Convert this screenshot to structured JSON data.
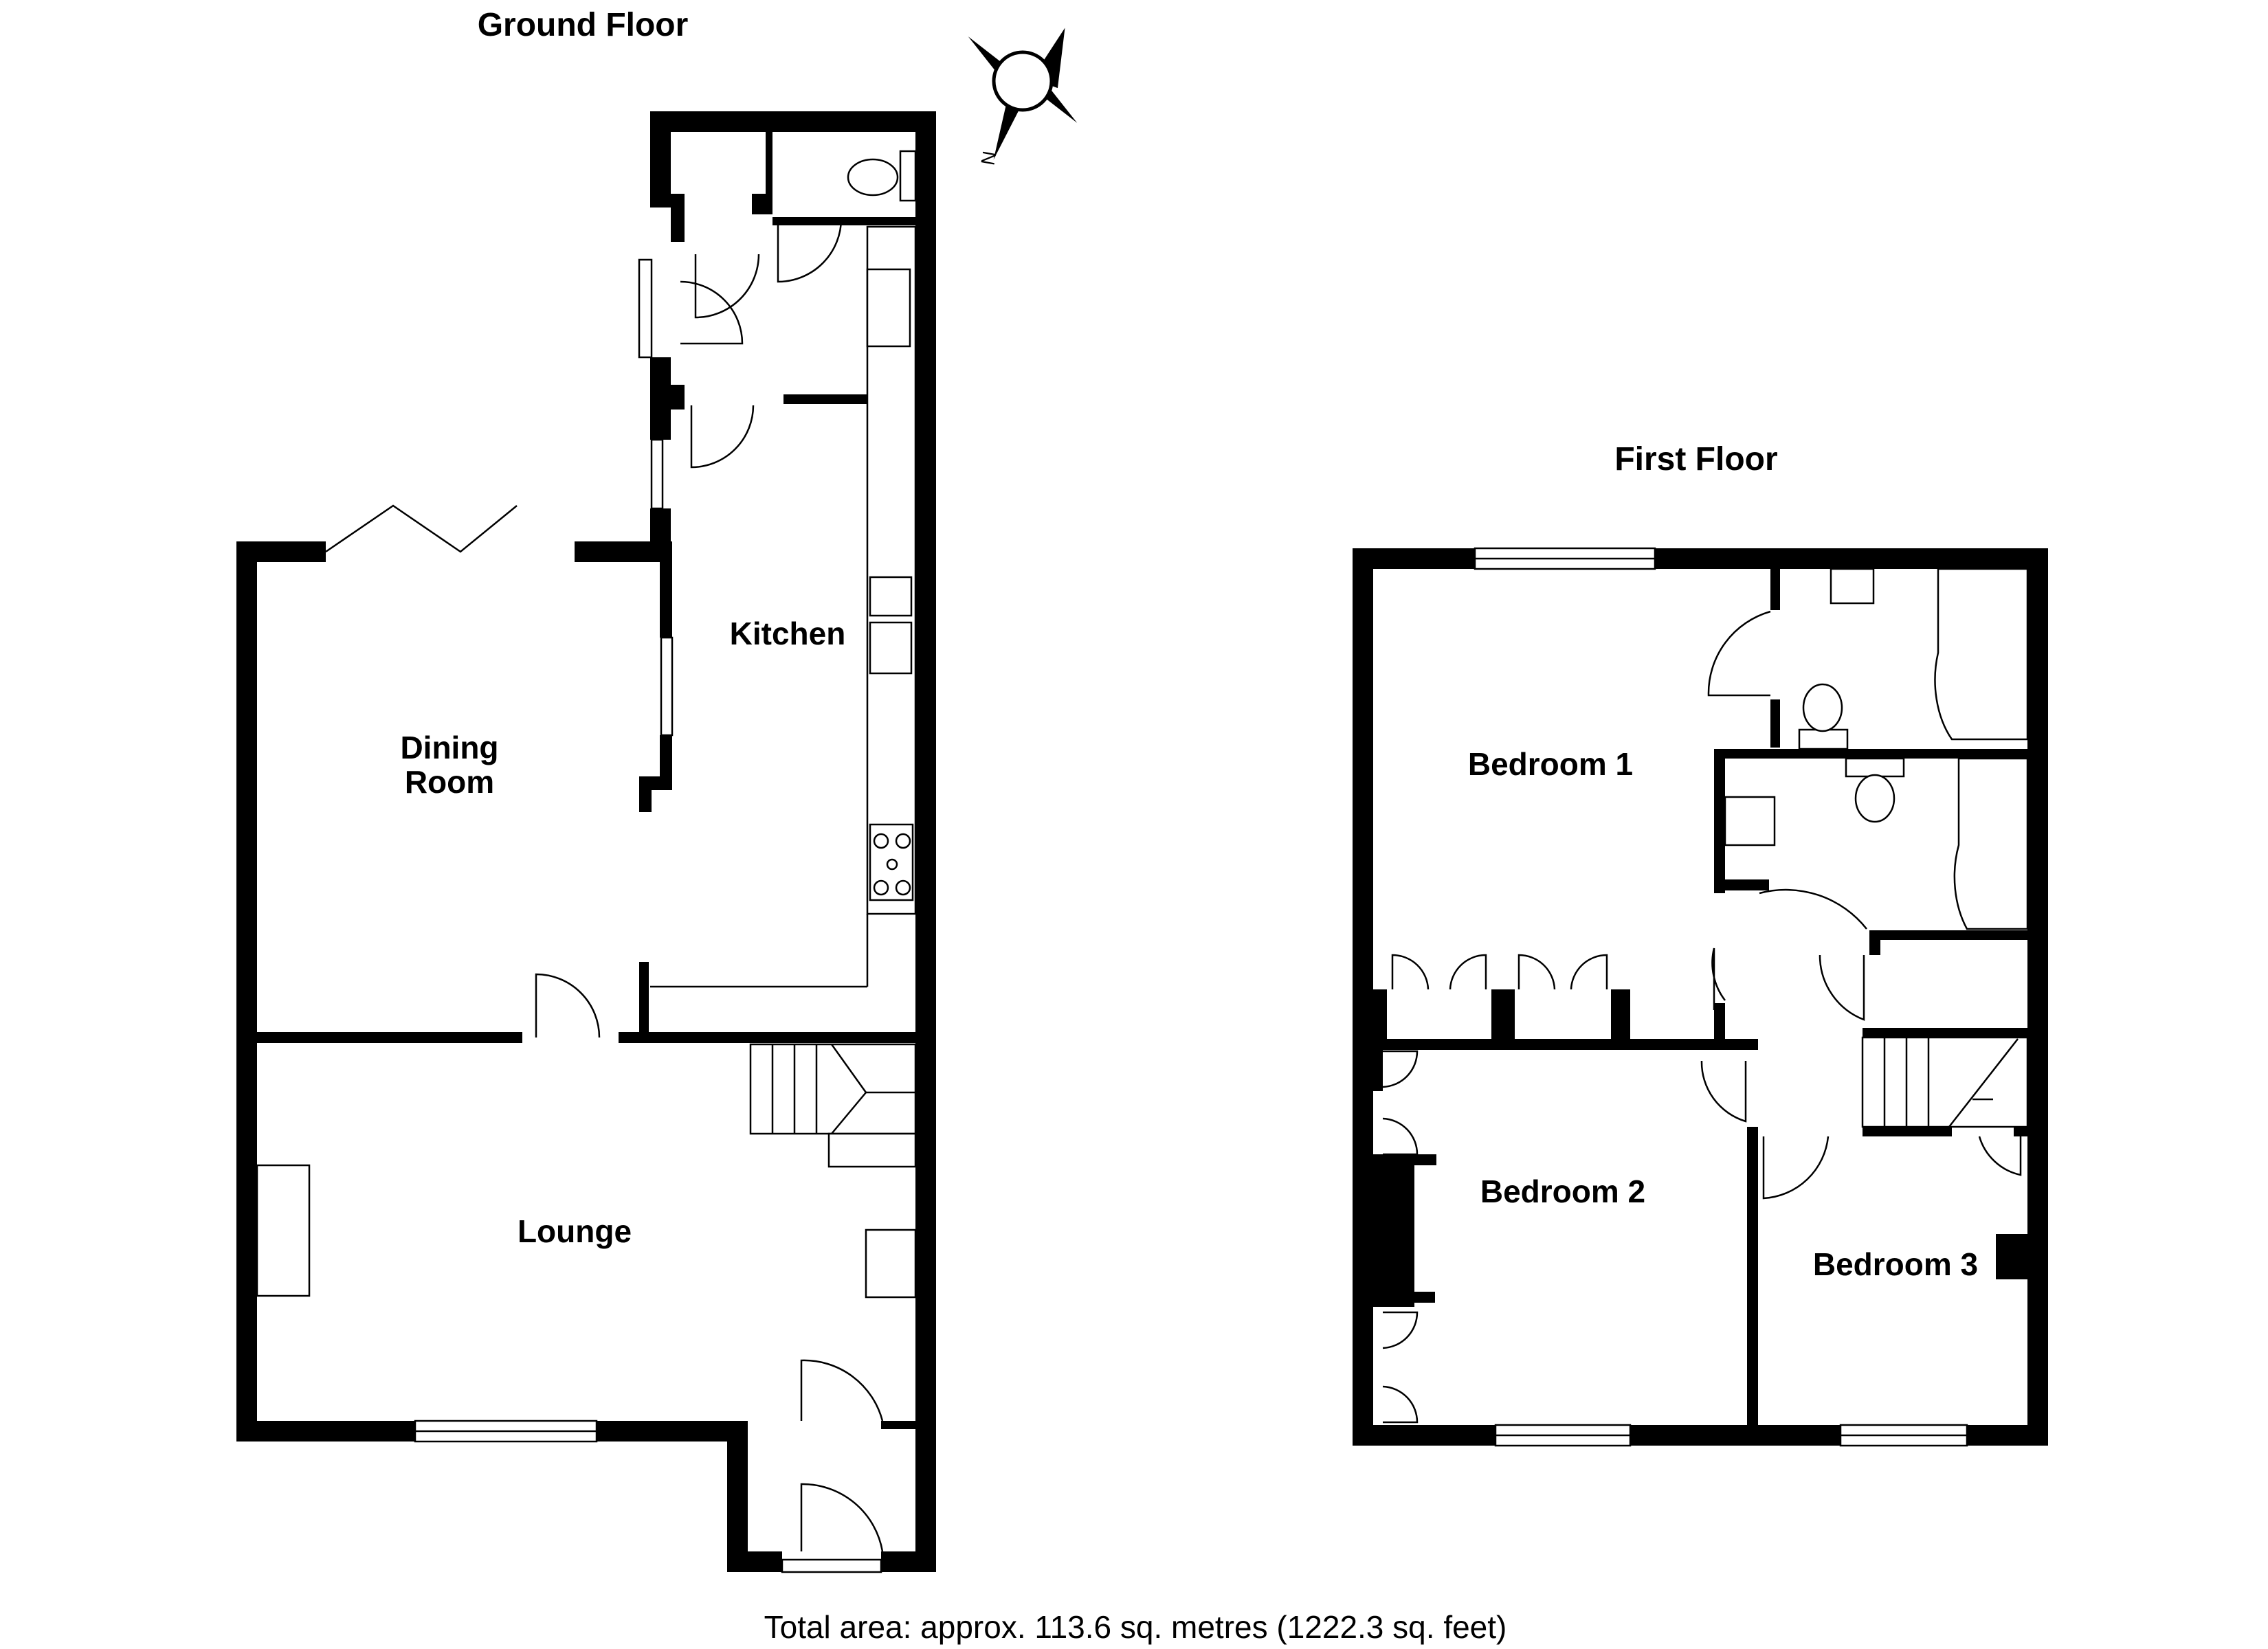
{
  "floors": {
    "ground": {
      "title": "Ground Floor",
      "rooms": {
        "dining_room": [
          "Dining",
          "Room"
        ],
        "kitchen": "Kitchen",
        "lounge": "Lounge"
      }
    },
    "first": {
      "title": "First Floor",
      "rooms": {
        "bedroom_1": "Bedroom 1",
        "bedroom_2": "Bedroom 2",
        "bedroom_3": "Bedroom 3"
      }
    }
  },
  "compass": {
    "label": "N"
  },
  "footer": {
    "total_area": "Total area: approx. 113.6 sq. metres (1222.3 sq. feet)"
  },
  "colors": {
    "wall": "#000000",
    "background": "#ffffff"
  }
}
